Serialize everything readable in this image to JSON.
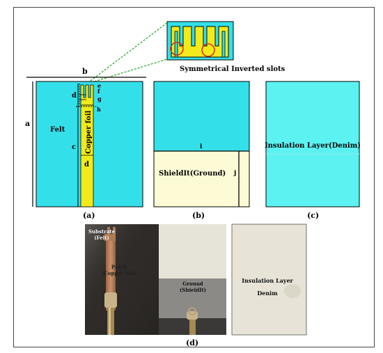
{
  "inset": {
    "caption": "Symmetrical Inverted slots"
  },
  "dimensions": {
    "a": "a",
    "b": "b",
    "c": "c",
    "d_upper": "d",
    "d_lower": "d",
    "e": "e",
    "f": "f",
    "g": "g",
    "h": "h",
    "i": "i",
    "j": "j"
  },
  "panel_a": {
    "substrate_label": "Felt",
    "patch_label": "Copper foil",
    "caption": "(a)"
  },
  "panel_b": {
    "ground_label": "ShieldIt(Ground)",
    "caption": "(b)"
  },
  "panel_c": {
    "layer_label": "Insulation Layer(Denim)",
    "caption": "(c)"
  },
  "panel_d": {
    "caption": "(d)",
    "photo1": {
      "substrate_line1": "Substrate",
      "substrate_line2": "(Felt)",
      "patch_line1": "Patch",
      "patch_line2": "(Copper foil)"
    },
    "photo2": {
      "ground_line1": "Ground",
      "ground_line2": "(ShieldIt)"
    },
    "photo3": {
      "layer_line1": "Insulation Layer",
      "layer_line2": "Denim"
    }
  },
  "colors": {
    "felt": "#33e0ea",
    "copper_schematic": "#f2ea1a",
    "shieldit": "#fdfbd6",
    "denim": "#5cf2f2",
    "outline": "#000000",
    "leader": "#1aa51a",
    "slot_marker": "#d0141c"
  }
}
